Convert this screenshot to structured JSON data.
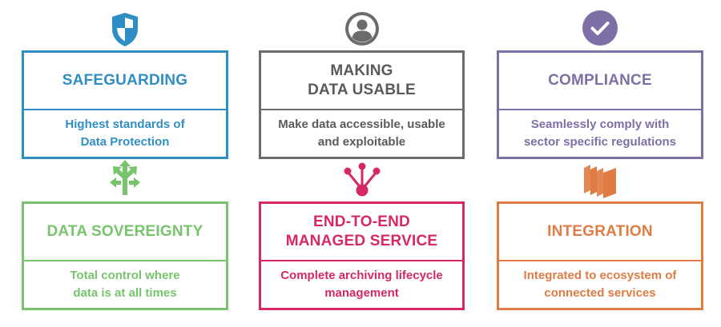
{
  "colors": {
    "blue": "#2f8fc4",
    "gray": "#6b6b6b",
    "purple": "#7e6fa6",
    "green": "#77c46d",
    "pink": "#d52865",
    "orange": "#e07b43"
  },
  "cards": [
    {
      "id": "safeguarding",
      "icon": "shield-icon",
      "title": "SAFEGUARDING",
      "description": "Highest standards of\nData Protection"
    },
    {
      "id": "making-data-usable",
      "icon": "user-icon",
      "title": "MAKING\nDATA USABLE",
      "description": "Make data accessible, usable\nand exploitable"
    },
    {
      "id": "compliance",
      "icon": "checkmark-icon",
      "title": "COMPLIANCE",
      "description": "Seamlessly comply with\nsector specific regulations"
    },
    {
      "id": "data-sovereignty",
      "icon": "split-arrows-icon",
      "title": "DATA SOVEREIGNTY",
      "description": "Total control where\ndata is at all times"
    },
    {
      "id": "end-to-end-managed-service",
      "icon": "network-icon",
      "title": "END-TO-END\nMANAGED SERVICE",
      "description": "Complete archiving lifecycle\nmanagement"
    },
    {
      "id": "integration",
      "icon": "stacked-pages-icon",
      "title": "INTEGRATION",
      "description": "Integrated to ecosystem of\nconnected services"
    }
  ]
}
